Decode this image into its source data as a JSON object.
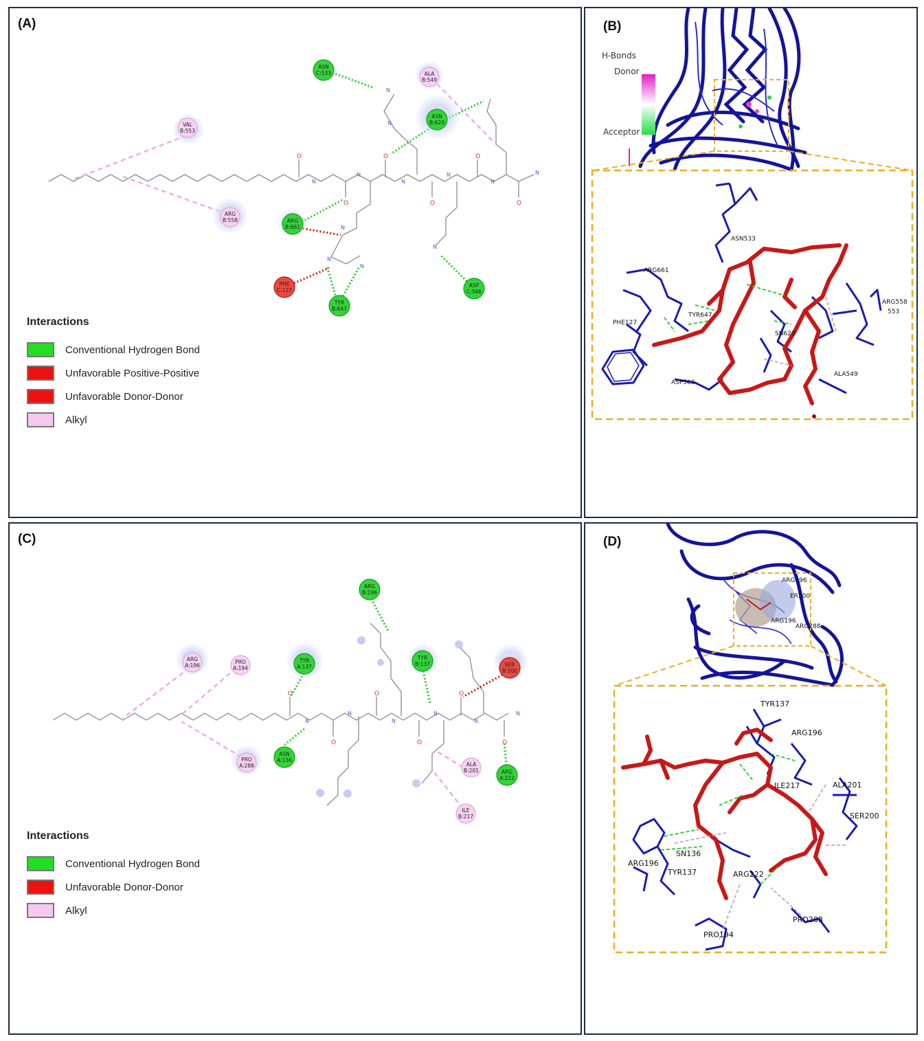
{
  "colors": {
    "hbond": "#22dd22",
    "unfavorable": "#ee1111",
    "alkyl": "#f5c8f0",
    "protein": "#1a1aa8",
    "ligand": "#cc1a1a",
    "zoom_box": "#e8b020"
  },
  "panelA": {
    "label": "(A)",
    "residues": [
      {
        "name": "ASN",
        "id": "C:533"
      },
      {
        "name": "ALA",
        "id": "B:549"
      },
      {
        "name": "ASN",
        "id": "B:620"
      },
      {
        "name": "VAL",
        "id": "B:553"
      },
      {
        "name": "ARG",
        "id": "B:558"
      },
      {
        "name": "ARG",
        "id": "B:661"
      },
      {
        "name": "PHE",
        "id": "C:127"
      },
      {
        "name": "TYR",
        "id": "B:647"
      },
      {
        "name": "ASP",
        "id": "C:566"
      }
    ],
    "legend_title": "Interactions",
    "legend": [
      {
        "label": "Conventional Hydrogen Bond",
        "color": "#22dd22"
      },
      {
        "label": "Unfavorable Positive-Positive",
        "color": "#ee1111"
      },
      {
        "label": "Unfavorable Donor-Donor",
        "color": "#ee1111"
      },
      {
        "label": "Alkyl",
        "color": "#f5c8f0"
      }
    ]
  },
  "panelB": {
    "label": "(B)",
    "hbonds_title": "H-Bonds",
    "donor": "Donor",
    "acceptor": "Acceptor",
    "residue_labels": [
      "ASN533",
      "ARG661",
      "TYR647",
      "PHE127",
      "ARG558",
      "553",
      "SN620",
      "ASP566",
      "ALA549"
    ]
  },
  "panelC": {
    "label": "(C)",
    "residues": [
      {
        "name": "ARG",
        "id": "B:196"
      },
      {
        "name": "ARG",
        "id": "A:196"
      },
      {
        "name": "PRO",
        "id": "A:194"
      },
      {
        "name": "TYR",
        "id": "A:137"
      },
      {
        "name": "TYR",
        "id": "B:137"
      },
      {
        "name": "SER",
        "id": "B:200"
      },
      {
        "name": "PRO",
        "id": "A:288"
      },
      {
        "name": "ASN",
        "id": "A:136"
      },
      {
        "name": "ALA",
        "id": "B:201"
      },
      {
        "name": "ARG",
        "id": "A:222"
      },
      {
        "name": "ILE",
        "id": "B:217"
      }
    ],
    "legend_title": "Interactions",
    "legend": [
      {
        "label": "Conventional Hydrogen Bond",
        "color": "#22dd22"
      },
      {
        "label": "Unfavorable Donor-Donor",
        "color": "#ee1111"
      },
      {
        "label": "Alkyl",
        "color": "#f5c8f0"
      }
    ]
  },
  "panelD": {
    "label": "(D)",
    "top_labels": [
      "ARG196",
      "ARG196",
      "ER200",
      "ARG288"
    ],
    "residue_labels": [
      "TYR137",
      "ARG196",
      "ILE217",
      "ALA201",
      "SER200",
      "ARG196",
      "SN136",
      "TYR137",
      "ARG222",
      "PRO288",
      "PRO194"
    ]
  }
}
